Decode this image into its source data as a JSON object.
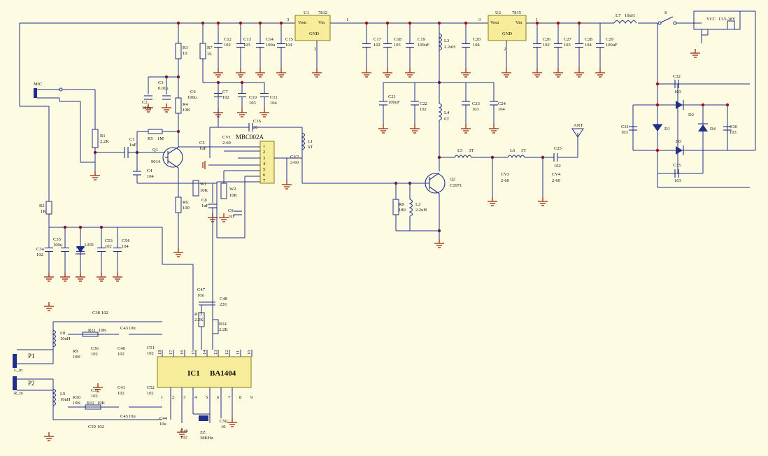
{
  "ics": {
    "u1": {
      "ref": "U1",
      "part": "7812",
      "vout": "Vout",
      "vin": "Vin",
      "gnd": "GND",
      "p3": "3",
      "p1": "1",
      "p2": "2"
    },
    "u2": {
      "ref": "U2",
      "part": "7815",
      "vout": "Vout",
      "vin": "Vin",
      "gnd": "GND",
      "p3": "3",
      "p1": "1",
      "p2": "2"
    },
    "ic1": {
      "ref": "IC1",
      "part": "BA1404",
      "top_pins": [
        "18",
        "17",
        "16",
        "15",
        "14",
        "13",
        "12",
        "11",
        "10"
      ],
      "bot_pins": [
        "1",
        "2",
        "3",
        "4",
        "5",
        "6",
        "7",
        "8",
        "9"
      ]
    },
    "mbc": {
      "ref": "MBC002A",
      "pins": [
        "1",
        "2",
        "3",
        "4",
        "5",
        "6",
        "7"
      ]
    }
  },
  "labels": {
    "mic": "MIC",
    "ant": "ANT",
    "switch": "S",
    "vcc": "VCC",
    "vcc_range": "13.5-18V",
    "p1": "P1",
    "l_in": "L_in",
    "p2": "P2",
    "r_in": "R_in",
    "r1": "R1",
    "r1v": "2.2K",
    "c1": "C1",
    "c1v": "1uF",
    "r5": "R5",
    "r5v": "1M",
    "q1": "Q1",
    "q1v": "9014",
    "c4": "C4",
    "c4v": "104",
    "r3": "R3",
    "r3v": "10",
    "c3": "C3",
    "c3v": "0.01u",
    "c2": "C2",
    "c2v": "100u",
    "r4": "R4",
    "r4v": "10K",
    "c5": "C5",
    "c5v": "1uF",
    "r7": "R7",
    "r7v": "10",
    "c6": "C6",
    "c6v": "100u",
    "c7": "C7",
    "c7v": "102",
    "c10": "C10",
    "c10v": "103",
    "c11": "C11",
    "c11v": "104",
    "c12": "C12",
    "c12v": "102",
    "c13": "C13",
    "c13v": "103",
    "c14": "C14",
    "c14v": "100u",
    "c15": "C15",
    "c15v": "104",
    "c16": "C16",
    "c16v": "20",
    "cv1": "CV1",
    "cv1v": "2-60",
    "cv2": "CV2",
    "cv2v": "2-60",
    "l1": "L1",
    "l1v": "6T",
    "w1": "W1",
    "w1v": "10K",
    "w2": "W2",
    "w2v": "10K",
    "r6": "R6",
    "r6v": "100",
    "c8": "C8",
    "c8v": "1uF",
    "c9": "C9",
    "c9v": "1uF",
    "r2": "R2",
    "r2v": "1K",
    "c34": "C34",
    "c34v": "102",
    "c35": "C35",
    "c35v": "100u",
    "led": "LED",
    "c53": "C53",
    "c53v": "102",
    "c54": "C54",
    "c54v": "104",
    "c17": "C17",
    "c17v": "102",
    "c18": "C18",
    "c18v": "103",
    "c19": "C19",
    "c19v": "100uF",
    "l3": "L3",
    "l3v": "2.2uH",
    "c20": "C20",
    "c20v": "104",
    "c21": "C21",
    "c21v": "100uF",
    "c22": "C22",
    "c22v": "102",
    "c23": "C23",
    "c23v": "103",
    "c24": "C24",
    "c24v": "104",
    "l4": "L4",
    "l4v": "6T",
    "l5": "L5",
    "l5v": "3T",
    "l6": "L6",
    "l6v": "3T",
    "c25": "C25",
    "c25v": "102",
    "cv3": "CV3",
    "cv3v": "2-60",
    "cv4": "CV4",
    "cv4v": "2-60",
    "q2": "Q2",
    "q2v": "C1971",
    "r8": "R8",
    "r8v": "180",
    "l2": "L2",
    "l2v": "2.2uH",
    "l7": "L7",
    "l7v": "10uH",
    "c26": "C26",
    "c26v": "102",
    "c27": "C27",
    "c27v": "103",
    "c28": "C28",
    "c28v": "104",
    "c29": "C29",
    "c29v": "100uF",
    "c32": "C32",
    "c32v": "103",
    "c31": "C31",
    "c31v": "103",
    "d1": "D1",
    "d2": "D2",
    "d3": "D3",
    "d4": "D4",
    "c30": "C30",
    "c30v": "103",
    "c33": "C33",
    "c33v": "103",
    "c47": "C47",
    "c47v": "10u",
    "c48": "C48",
    "c48v": "220",
    "r13": "R13",
    "r13v": "2.2K",
    "r14": "R14",
    "r14v": "2.2K",
    "c38": "C38",
    "c38v": "102",
    "l8": "L8",
    "l8v": "10uH",
    "r11": "R11",
    "r11v": "10K",
    "c43": "C43",
    "c43v": "10u",
    "r9": "R9",
    "r9v": "10K",
    "c36": "C36",
    "c36v": "102",
    "c40": "C40",
    "c40v": "102",
    "c51": "C51",
    "c51v": "102",
    "l9": "L9",
    "l9v": "10uH",
    "r10": "R10",
    "r10v": "10K",
    "c37": "C37",
    "c37v": "102",
    "c41": "C41",
    "c41v": "102",
    "c52": "C52",
    "c52v": "102",
    "r12": "R12",
    "r12v": "10K",
    "c39": "C39",
    "c39v": "102",
    "c45": "C45",
    "c45v": "10u",
    "c44": "C44",
    "c44v": "10u",
    "c46": "C46",
    "c46v": "102",
    "zz": "ZZ",
    "zzv": "38KHz",
    "c50": "C50",
    "c50v": "10"
  }
}
